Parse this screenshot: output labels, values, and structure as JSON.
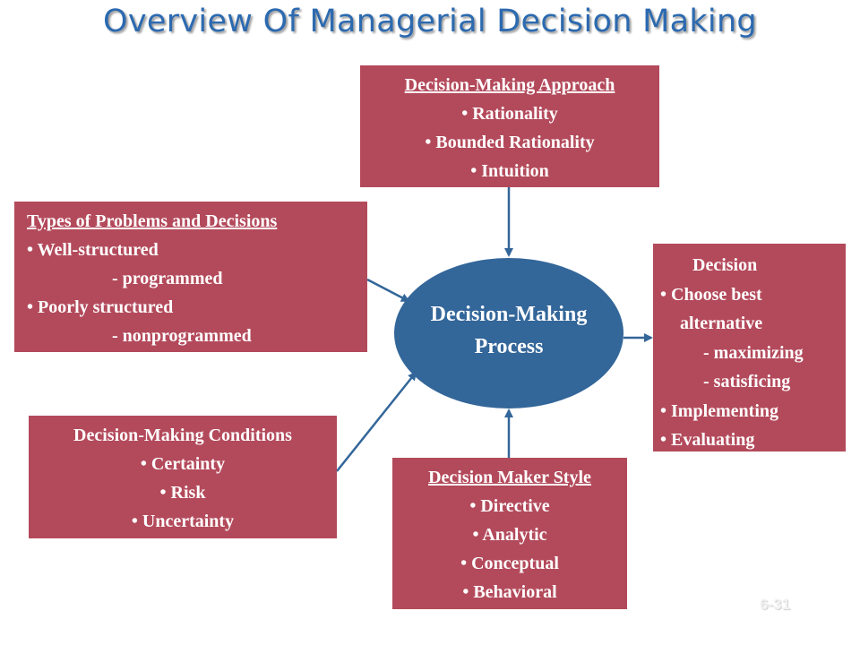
{
  "title": "Overview Of Managerial Decision Making",
  "approach": {
    "heading": "Decision-Making Approach",
    "items": [
      "• Rationality",
      "• Bounded Rationality",
      "• Intuition"
    ]
  },
  "types": {
    "heading": "Types of Problems and Decisions",
    "items": [
      "• Well-structured",
      "- programmed",
      "• Poorly structured",
      "- nonprogrammed"
    ]
  },
  "decision": {
    "heading": "Decision",
    "items": [
      "• Choose best",
      "alternative",
      "- maximizing",
      "- satisficing",
      "• Implementing",
      "• Evaluating"
    ]
  },
  "conditions": {
    "heading": "Decision-Making Conditions",
    "items": [
      "• Certainty",
      "• Risk",
      "• Uncertainty"
    ]
  },
  "style": {
    "heading": "Decision Maker Style",
    "items": [
      "• Directive",
      "• Analytic",
      "• Conceptual",
      "• Behavioral"
    ]
  },
  "process": {
    "line1": "Decision-Making",
    "line2": "Process"
  },
  "slide_number": "6-31",
  "colors": {
    "box": "#b34a5b",
    "ellipse": "#336699",
    "title": "#2c6ab0",
    "arrow": "#336699"
  }
}
